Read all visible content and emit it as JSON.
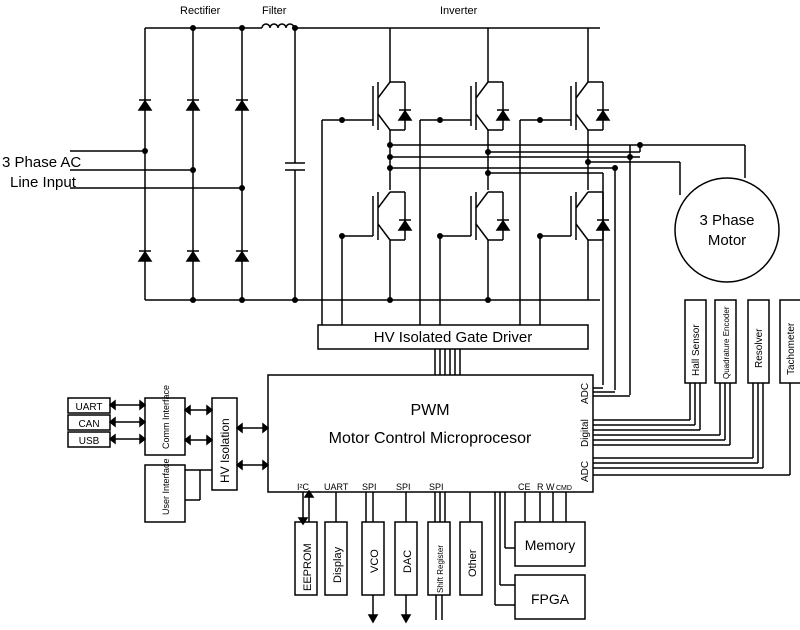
{
  "sections": {
    "rectifier": "Rectifier",
    "filter": "Filter",
    "inverter": "Inverter"
  },
  "ac_input": {
    "line1": "3 Phase AC",
    "line2": "Line Input"
  },
  "motor": {
    "line1": "3 Phase",
    "line2": "Motor"
  },
  "gate_driver": "HV Isolated Gate Driver",
  "mcu": {
    "line1": "PWM",
    "line2": "Motor Control Microprocesor",
    "port_adc_top": "ADC",
    "port_digital": "Digital",
    "port_adc_bottom": "ADC"
  },
  "sensors": [
    "Hall Sensor",
    "Quadrature Encoder",
    "Resolver",
    "Tachometer"
  ],
  "comm": {
    "uart": "UART",
    "can": "CAN",
    "usb": "USB",
    "interface": "Comm Interface"
  },
  "user_interface": "User Interface",
  "hv_isolation": "HV Isolation",
  "bottom_ports": {
    "i2c": "I²C",
    "uart": "UART",
    "spi1": "SPI",
    "spi2": "SPI",
    "spi3": "SPI"
  },
  "bottom_blocks": [
    "EEPROM",
    "Display",
    "VCO",
    "DAC",
    "Shift Register",
    "Other"
  ],
  "memory_signals": {
    "ce": "CE",
    "rw": "RW",
    "r": "R",
    "w": "W",
    "cmd": "CMD"
  },
  "memory": "Memory",
  "fpga": "FPGA"
}
